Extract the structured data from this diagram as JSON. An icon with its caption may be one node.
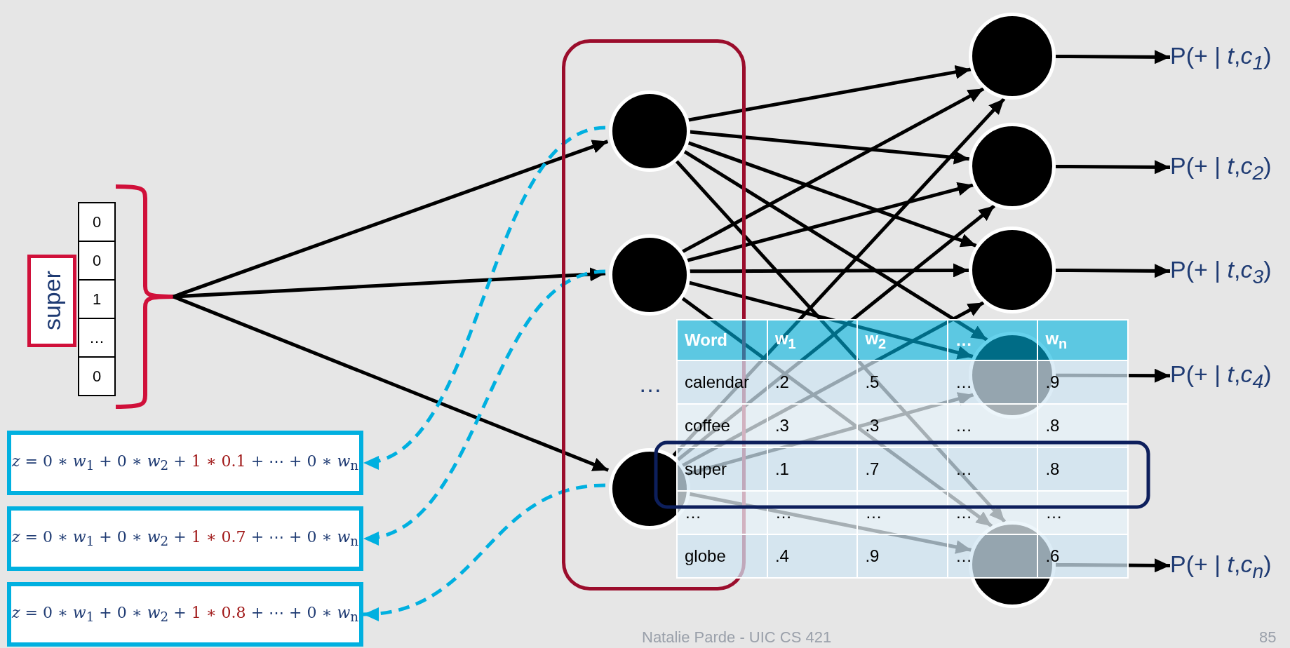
{
  "diagram": {
    "nodes": [
      {
        "text": [
          "super"
        ]
      },
      {
        "text": [
          "0",
          "0",
          "1",
          "…",
          "0"
        ]
      },
      {
        "text": [],
        "shape": "box"
      },
      {
        "text": [],
        "shape": "circle",
        "in": 2
      },
      {
        "text": [],
        "shape": "circle",
        "in": 2
      },
      {
        "text": [],
        "shape": "circle",
        "in": 2
      },
      {
        "text": [],
        "shape": "circle"
      },
      {
        "text": [],
        "shape": "circle"
      },
      {
        "text": [],
        "shape": "circle"
      },
      {
        "text": [],
        "shape": "circle"
      },
      {
        "text": [],
        "shape": "circle"
      },
      {
        "text": [
          "P(+ | *t*,*c*$_{1}$)"
        ]
      },
      {
        "text": [
          "P(+ | *t*,*c*$_{2}$)"
        ]
      },
      {
        "text": [
          "P(+ | *t*,*c*$_{3}$)"
        ]
      },
      {
        "text": [
          "P(+ | *t*,*c*$_{4}$)"
        ]
      },
      {
        "text": [
          "P(+ | *t*,*c*$_{n}$)"
        ]
      },
      {
        "text": [
          "*z* = 0 ∗ *w*$_{1}$ + 0 ∗ *w*$_{2}$ +",
          "1 ∗ 0.1",
          "+ ⋯ + 0 ∗ *w*$_{n}$"
        ]
      },
      {
        "text": [
          "*z* = 0 ∗ *w*$_{1}$ + 0 ∗ *w*$_{2}$ +",
          "1 ∗ 0.7",
          "+ ⋯ + 0 ∗ *w*$_{n}$"
        ]
      },
      {
        "text": [
          "*z* = 0 ∗ *w*$_{1}$ + 0 ∗ *w*$_{2}$ +",
          "1 ∗ 0.8",
          "+ ⋯ + 0 ∗ *w*$_{n}$"
        ]
      }
    ],
    "edges": [
      {
        "from": 1,
        "to": 3,
        "arrow": "to"
      },
      {
        "from": 1,
        "to": 4,
        "arrow": "to"
      },
      {
        "from": 1,
        "to": 5,
        "arrow": "to"
      },
      {
        "from": 3,
        "to": 6,
        "arrow": "to"
      },
      {
        "from": 3,
        "to": 7,
        "arrow": "to"
      },
      {
        "from": 3,
        "to": 8,
        "arrow": "to"
      },
      {
        "from": 3,
        "to": 9,
        "arrow": "to"
      },
      {
        "from": 3,
        "to": 10,
        "arrow": "to"
      },
      {
        "from": 4,
        "to": 6,
        "arrow": "to"
      },
      {
        "from": 4,
        "to": 7,
        "arrow": "to"
      },
      {
        "from": 4,
        "to": 8,
        "arrow": "to"
      },
      {
        "from": 4,
        "to": 9,
        "arrow": "to"
      },
      {
        "from": 4,
        "to": 10,
        "arrow": "to"
      },
      {
        "from": 5,
        "to": 6,
        "arrow": "to"
      },
      {
        "from": 5,
        "to": 7,
        "arrow": "to"
      },
      {
        "from": 5,
        "to": 8,
        "arrow": "to"
      },
      {
        "from": 5,
        "to": 9,
        "arrow": "to"
      },
      {
        "from": 5,
        "to": 10,
        "arrow": "to"
      },
      {
        "from": 6,
        "to": 11,
        "arrow": "to"
      },
      {
        "from": 7,
        "to": 12,
        "arrow": "to"
      },
      {
        "from": 8,
        "to": 13,
        "arrow": "to"
      },
      {
        "from": 9,
        "to": 14,
        "arrow": "to"
      },
      {
        "from": 10,
        "to": 15,
        "arrow": "to"
      },
      {
        "from": 3,
        "to": 16,
        "arrow": "to",
        "style": "dashed",
        "color": "#00b0e0"
      },
      {
        "from": 4,
        "to": 17,
        "arrow": "to",
        "style": "dashed",
        "color": "#00b0e0"
      },
      {
        "from": 5,
        "to": 18,
        "arrow": "to",
        "style": "dashed",
        "color": "#00b0e0"
      }
    ],
    "labels": [
      "…",
      "Word",
      "w$_{1}$",
      "w$_{2}$",
      "…",
      "w$_{n}$",
      "calendar",
      ".2",
      ".5",
      "…",
      ".9",
      "coffee",
      ".3",
      ".3",
      "…",
      ".8",
      "super",
      ".1",
      ".7",
      "…",
      ".8",
      "…",
      "…",
      "…",
      "…",
      "…",
      "globe",
      ".4",
      ".9",
      "…",
      ".6",
      "Natalie Parde - UIC CS 421",
      "85"
    ]
  }
}
